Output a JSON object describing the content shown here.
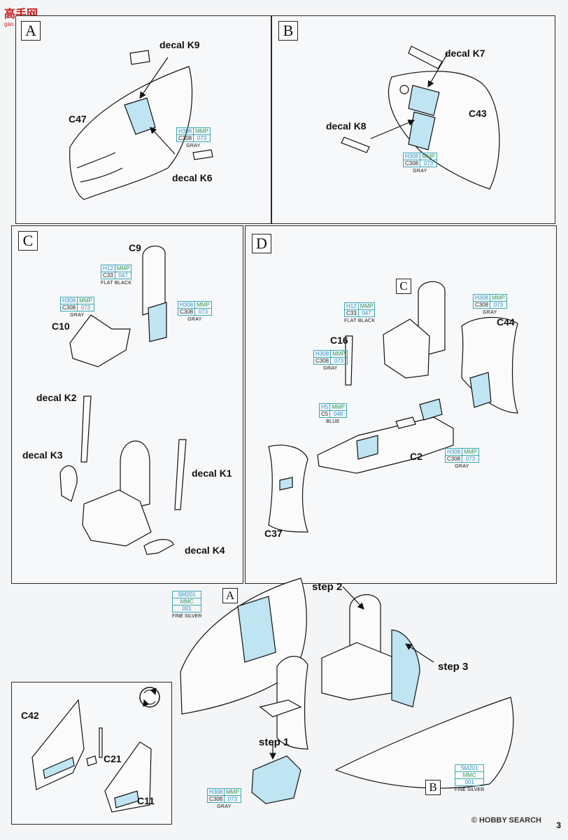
{
  "header": {
    "site_logo": "高手网",
    "site_url": "gao.shou.com"
  },
  "panels": {
    "a": {
      "label": "A",
      "parts": {
        "c47": "C47"
      },
      "decals": {
        "k9": "decal K9",
        "k6": "decal K6"
      }
    },
    "b": {
      "label": "B",
      "parts": {
        "c43": "C43"
      },
      "decals": {
        "k7": "decal K7",
        "k8": "decal K8"
      }
    },
    "c": {
      "label": "C",
      "parts": {
        "c9": "C9",
        "c10": "C10"
      },
      "decals": {
        "k2": "decal K2",
        "k3": "decal K3",
        "k1": "decal K1",
        "k4": "decal K4"
      }
    },
    "d": {
      "label": "D",
      "sub_label": "C",
      "parts": {
        "c16": "C16",
        "c44": "C44",
        "c2": "C2",
        "c37": "C37"
      }
    },
    "bottom": {
      "label_a": "A",
      "label_b": "B",
      "steps": {
        "s1": "step 1",
        "s2": "step 2",
        "s3": "step 3"
      },
      "parts": {
        "c42": "C42",
        "c21": "C21",
        "c11": "C11"
      }
    }
  },
  "paints": {
    "gray": {
      "h": "H308",
      "mmp": "MMP",
      "c": "C308",
      "num": "073",
      "name": "GRAY"
    },
    "black": {
      "h": "H12",
      "mmp": "MMP",
      "c": "C33",
      "num": "047",
      "name": "FLAT BLACK"
    },
    "blue": {
      "h": "H5",
      "mmp": "MMP",
      "c": "C5",
      "num": "048",
      "name": "BLUE"
    },
    "silver": {
      "sm": "SM201",
      "mmc": "MMC",
      "num": "001",
      "name": "FINE SILVER"
    }
  },
  "footer": {
    "watermark": "© HOBBY SEARCH",
    "page_number": "3"
  }
}
